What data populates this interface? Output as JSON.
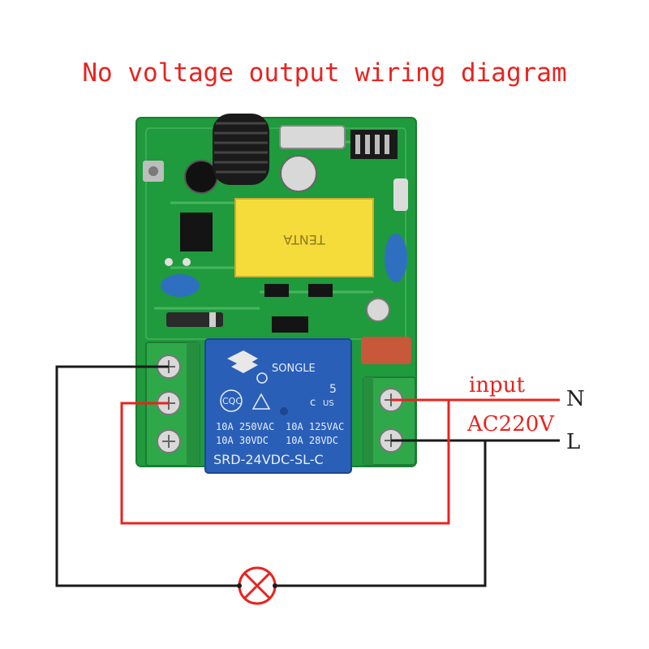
{
  "title": "No voltage output wiring diagram",
  "labels": {
    "input": "input",
    "voltage": "AC220V",
    "neutral": "N",
    "live": "L"
  },
  "relay": {
    "brand": "SONGLE",
    "marks": [
      "CQC",
      "5",
      "US"
    ],
    "ratings": [
      "10A 250VAC",
      "10A 125VAC",
      "10A  30VDC",
      "10A  28VDC"
    ],
    "model": "SRD-24VDC-SL-C"
  },
  "transformer_text": "TENTA",
  "colors": {
    "title": "#e8231f",
    "wire_red": "#e8231f",
    "wire_black": "#1a1a1a",
    "pcb": "#1f9a3c",
    "relay": "#2a5fb8",
    "terminal": "#2fa84a"
  },
  "icons": [
    "antenna-coil-icon",
    "relay-icon",
    "lamp-icon",
    "screw-terminal-icon"
  ]
}
